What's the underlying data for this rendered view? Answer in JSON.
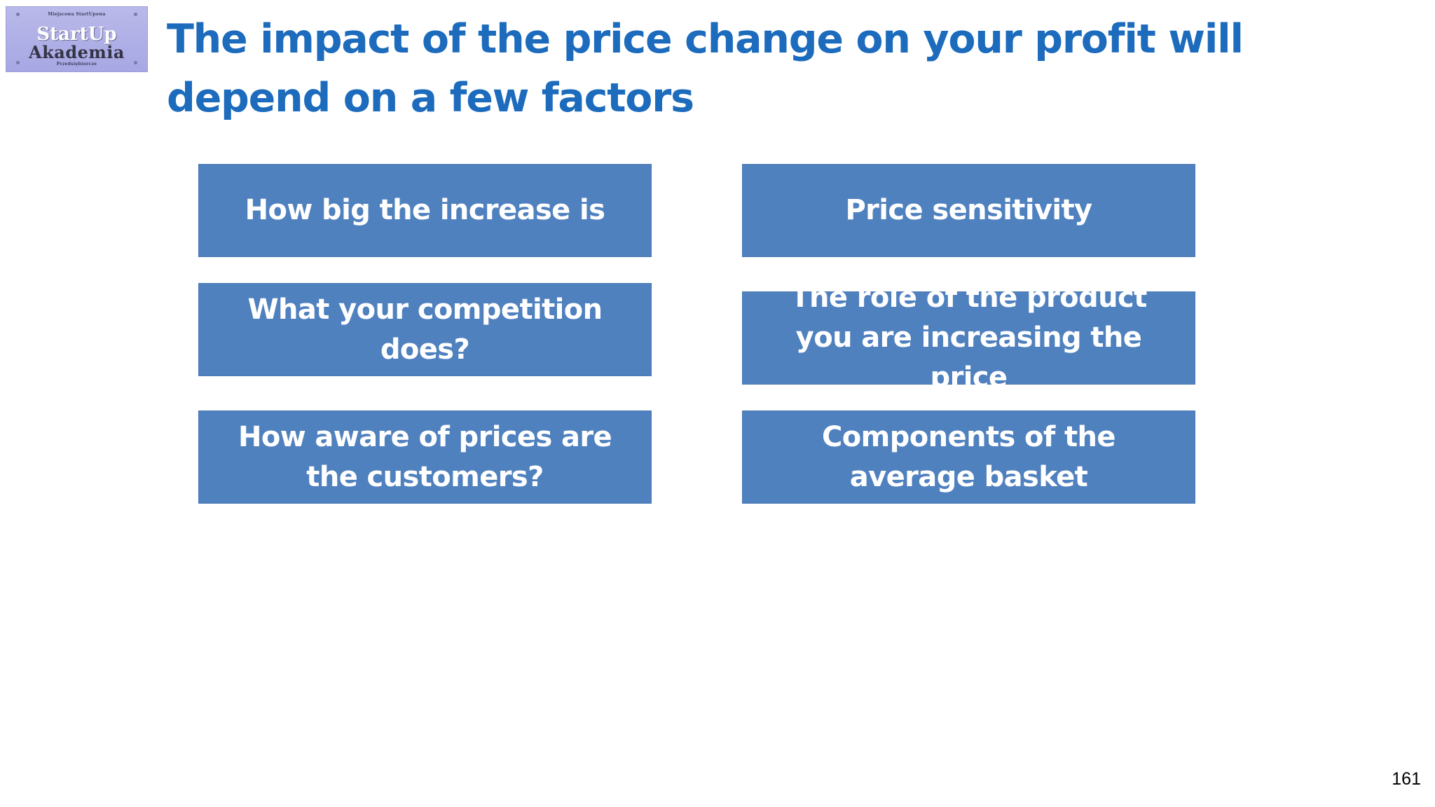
{
  "logo": {
    "top_text": "Miejscowa StartUpowa",
    "line1": "StartUp",
    "line2": "Akademia",
    "bottom_text": "Przedsiębiorcze"
  },
  "slide": {
    "title": "The impact of the price change on your profit will depend on a few factors",
    "factors": [
      "How big the increase is",
      "Price sensitivity",
      "What  your competition does?",
      "The role of the product you are increasing the price",
      "How aware of prices are the customers?",
      "Components of the average basket"
    ],
    "page_number": "161"
  },
  "colors": {
    "title": "#1c6bbd",
    "box_fill": "#5081bf",
    "box_text": "#ffffff",
    "logo_background": "#b0b0e6"
  }
}
